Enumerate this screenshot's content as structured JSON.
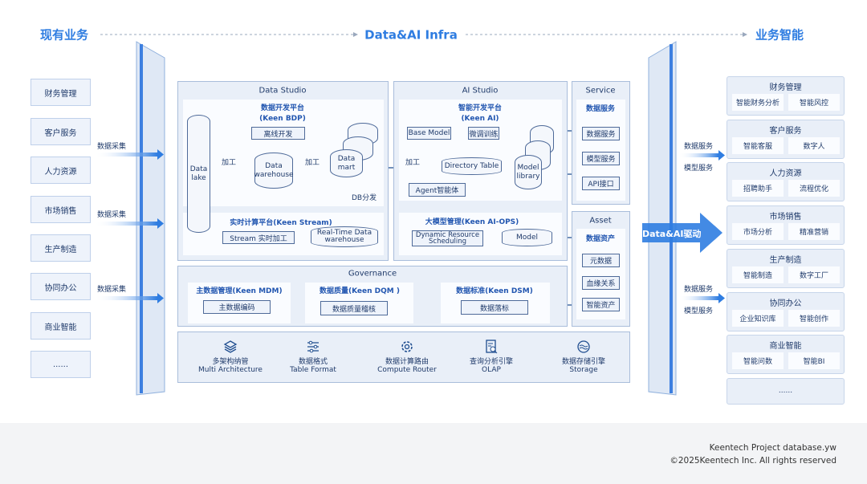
{
  "header": {
    "left": "现有业务",
    "center": "Data&AI Infra",
    "right": "业务智能"
  },
  "left_items": [
    "财务管理",
    "客户服务",
    "人力资源",
    "市场销售",
    "生产制造",
    "协同办公",
    "商业智能",
    "......"
  ],
  "collect_label": "数据采集",
  "data_studio": {
    "title": "Data Studio",
    "bdp_title": "数据开发平台",
    "bdp_sub": "(Keen BDP)",
    "data_lake": "Data lake",
    "offline": "离线开发",
    "process": "加工",
    "warehouse": "Data warehouse",
    "mart": "Data mart",
    "db_dist": "DB分发",
    "stream_title": "实时计算平台(Keen Stream)",
    "stream_box": "Stream 实时加工",
    "rt_warehouse": "Real-Time Data warehouse"
  },
  "ai_studio": {
    "title": "AI Studio",
    "dev_title": "智能开发平台",
    "dev_sub": "(Keen AI)",
    "base_model": "Base Model",
    "finetune": "微调训练",
    "process": "加工",
    "directory": "Directory Table",
    "model_library": "Model library",
    "agent": "Agent智能体",
    "ops_title": "大模型管理(Keen AI-OPS)",
    "scheduling": "Dynamic Resource Scheduling",
    "model": "Model"
  },
  "service": {
    "title": "Service",
    "head": "数据服务",
    "items": [
      "数据服务",
      "模型服务",
      "API接口"
    ]
  },
  "asset": {
    "title": "Asset",
    "head": "数据资产",
    "items": [
      "元数据",
      "血缘关系",
      "智能资产"
    ]
  },
  "governance": {
    "title": "Governance",
    "modules": [
      {
        "title": "主数据管理(Keen MDM)",
        "box": "主数据编码"
      },
      {
        "title": "数据质量(Keen DQM )",
        "box": "数据质量稽核"
      },
      {
        "title": "数据标准(Keen DSM)",
        "box": "数据落标"
      }
    ]
  },
  "foundation": [
    {
      "icon": "layers-icon",
      "cn": "多架构纳管",
      "en": "Multi Architecture"
    },
    {
      "icon": "sliders-icon",
      "cn": "数据格式",
      "en": "Table Format"
    },
    {
      "icon": "gear-icon",
      "cn": "数据计算路由",
      "en": "Compute Router"
    },
    {
      "icon": "search-doc-icon",
      "cn": "查询分析引擎",
      "en": "OLAP"
    },
    {
      "icon": "storage-icon",
      "cn": "数据存储引擎",
      "en": "Storage"
    }
  ],
  "right_arrows": {
    "data_service": "数据服务",
    "model_service": "模型服务",
    "drive": "Data&AI驱动"
  },
  "right_cards": [
    {
      "title": "财务管理",
      "subs": [
        "智能财务分析",
        "智能风控"
      ]
    },
    {
      "title": "客户服务",
      "subs": [
        "智能客服",
        "数字人"
      ]
    },
    {
      "title": "人力资源",
      "subs": [
        "招聘助手",
        "流程优化"
      ]
    },
    {
      "title": "市场销售",
      "subs": [
        "市场分析",
        "精准营销"
      ]
    },
    {
      "title": "生产制造",
      "subs": [
        "智能制造",
        "数字工厂"
      ]
    },
    {
      "title": "协同办公",
      "subs": [
        "企业知识库",
        "智能创作"
      ]
    },
    {
      "title": "商业智能",
      "subs": [
        "智能问数",
        "智能BI"
      ]
    },
    {
      "title": "......",
      "subs": []
    }
  ],
  "footer": {
    "line1": "Keentech Project database.yw",
    "line2": "©2025Keentech Inc. All rights reserved"
  },
  "colors": {
    "accent": "#2f7de1",
    "panel": "#e9eff8",
    "border": "#a9bddb"
  }
}
